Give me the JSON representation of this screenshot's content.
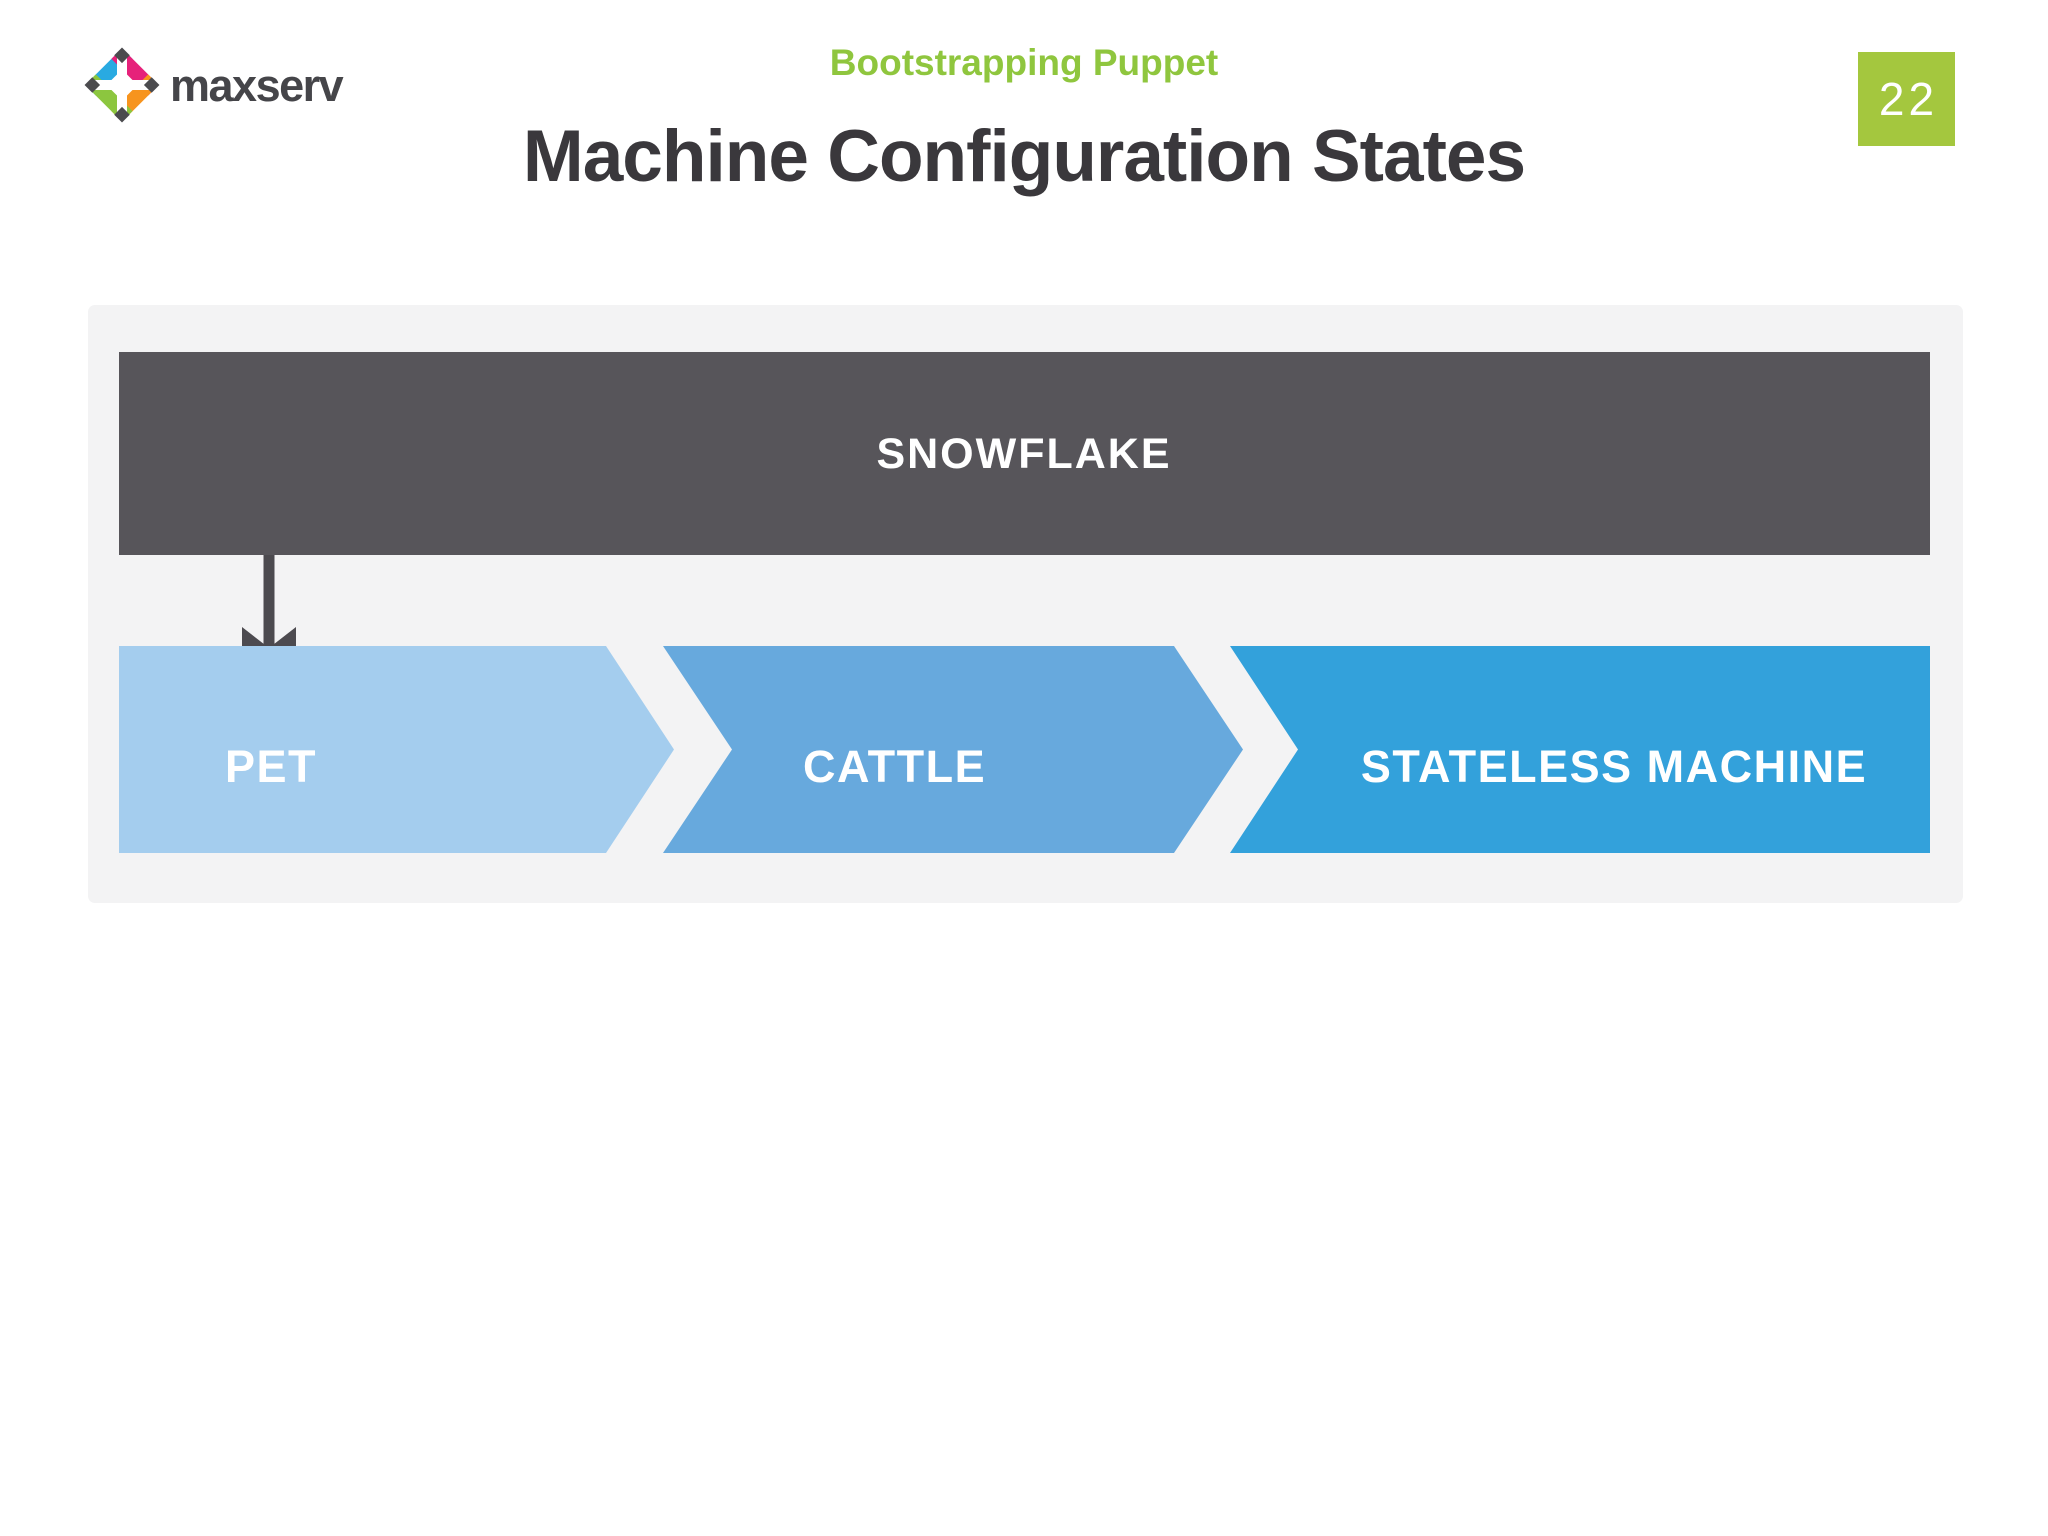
{
  "slide": {
    "logo": {
      "brand": "maxserv",
      "icon": "maxserv-cross-icon",
      "icon_colors": {
        "blue": "#29aae1",
        "pink": "#e6217a",
        "green": "#8cc63f",
        "orange": "#f7941e",
        "dark": "#4b4b4e",
        "white": "#ffffff"
      }
    },
    "header": {
      "subtitle": "Bootstrapping Puppet",
      "title": "Machine Configuration States"
    },
    "page_badge": "22",
    "colors": {
      "subtitle_green": "#8fc63e",
      "badge_green": "#a4c73e",
      "title_text": "#3a383c",
      "panel_bg": "#f3f3f4",
      "dark_bar": "#57555a",
      "arrow": "#4c4a4f",
      "stage_pet": "#a4cdee",
      "stage_cattle": "#67a9dd",
      "stage_stateless": "#33a1db",
      "label_text": "#ffffff"
    },
    "diagram": {
      "top_bar_label": "SNOWFLAKE",
      "stages": [
        {
          "label": "PET"
        },
        {
          "label": "CATTLE"
        },
        {
          "label": "STATELESS MACHINE"
        }
      ]
    }
  }
}
